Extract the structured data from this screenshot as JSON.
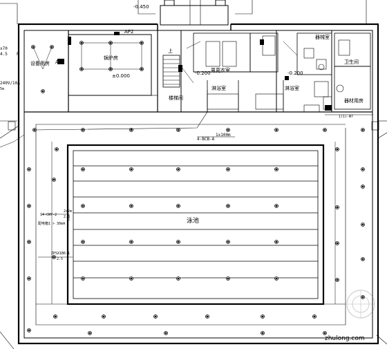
{
  "labels": {
    "elev_top": "-0.450",
    "elev_pump": "±0.000",
    "elev_left_room": "-0.200",
    "elev_right_room": "-0.200",
    "pump_room": "锅炉房",
    "left_room": "设备用房",
    "ap1": "AP1",
    "ap2": "AP2",
    "changing_room": "男更衣室",
    "shower_left": "淋浴室",
    "shower_right": "淋浴室",
    "equip_room": "器械室",
    "toilet": "卫生间",
    "mat_room": "器材用房",
    "pool": "泳池",
    "stair": "上",
    "corridor": "楼梯间",
    "left_cable_1": "x70",
    "left_cable_2": "4.5",
    "left_cable_3": "240V/10A",
    "left_cable_4": "5m",
    "cable_center_a": "4-BCB-A",
    "cable_center_b": "1x100m",
    "cable_left_a": "14-CWY-2",
    "cable_left_b": "2x2m",
    "cable_left_c": "2.5",
    "cable_left_d": "1 > 30mA",
    "cable_left_e": "配电箱",
    "cable_left_f": "ZPSX1B6-1",
    "cable_left_g": "2.5",
    "cable_right": "1(1)-W7",
    "watermark": "zhulong.com",
    "label_p": "P"
  }
}
